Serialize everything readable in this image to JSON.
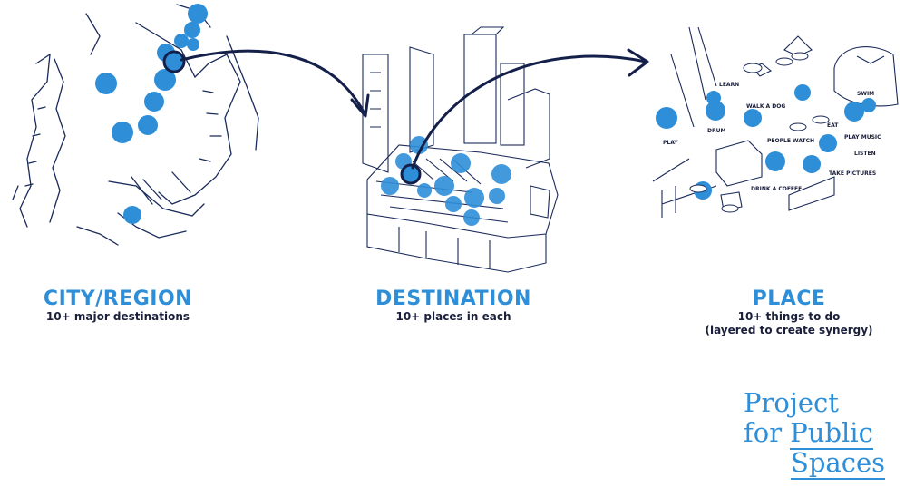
{
  "panels": [
    {
      "title": "CITY/REGION",
      "subtitle": "10+ major destinations"
    },
    {
      "title": "DESTINATION",
      "subtitle": "10+ places in each"
    },
    {
      "title": "PLACE",
      "subtitle_line1": "10+ things to do",
      "subtitle_line2": "(layered to create synergy)"
    }
  ],
  "activities": {
    "learn": "LEARN",
    "walk_a_dog": "WALK A DOG",
    "swim": "SWIM",
    "eat": "EAT",
    "play": "PLAY",
    "drum": "DRUM",
    "people_watch": "PEOPLE WATCH",
    "play_music": "PLAY MUSIC",
    "listen": "LISTEN",
    "take_pictures": "TAKE PICTURES",
    "drink_a_coffee": "DRINK A COFFEE"
  },
  "logo": {
    "line1": "Project",
    "line2_prefix": "for ",
    "line2_word": "Public",
    "line3": "Spaces"
  },
  "colors": {
    "accent_blue": "#2e8fd8",
    "navy": "#1a2a5a"
  }
}
